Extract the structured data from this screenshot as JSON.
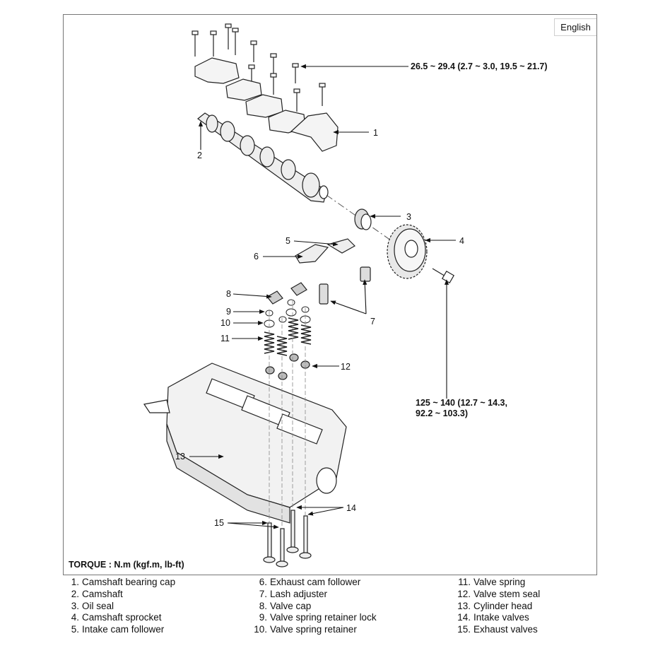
{
  "lang_button": "English",
  "torque": {
    "title": "TORQUE : N.m (kgf.m, lb-ft)",
    "spec_cap_bolts": "26.5 ~ 29.4 (2.7 ~ 3.0, 19.5 ~ 21.7)",
    "spec_sprocket_line1": "125 ~ 140 (12.7 ~ 14.3,",
    "spec_sprocket_line2": "92.2 ~ 103.3)"
  },
  "callouts": [
    "1",
    "2",
    "3",
    "4",
    "5",
    "6",
    "7",
    "8",
    "9",
    "10",
    "11",
    "12",
    "13",
    "14",
    "15"
  ],
  "legend": {
    "col1": [
      {
        "num": "1.",
        "label": "Camshaft bearing cap"
      },
      {
        "num": "2.",
        "label": "Camshaft"
      },
      {
        "num": "3.",
        "label": "Oil seal"
      },
      {
        "num": "4.",
        "label": "Camshaft sprocket"
      },
      {
        "num": "5.",
        "label": "Intake cam follower"
      }
    ],
    "col2": [
      {
        "num": "6.",
        "label": "Exhaust cam follower"
      },
      {
        "num": "7.",
        "label": "Lash adjuster"
      },
      {
        "num": "8.",
        "label": "Valve cap"
      },
      {
        "num": "9.",
        "label": "Valve spring retainer lock"
      },
      {
        "num": "10.",
        "label": "Valve spring retainer"
      }
    ],
    "col3": [
      {
        "num": "11.",
        "label": "Valve spring"
      },
      {
        "num": "12.",
        "label": "Valve stem seal"
      },
      {
        "num": "13.",
        "label": "Cylinder head"
      },
      {
        "num": "14.",
        "label": "Intake valves"
      },
      {
        "num": "15.",
        "label": "Exhaust valves"
      }
    ]
  }
}
